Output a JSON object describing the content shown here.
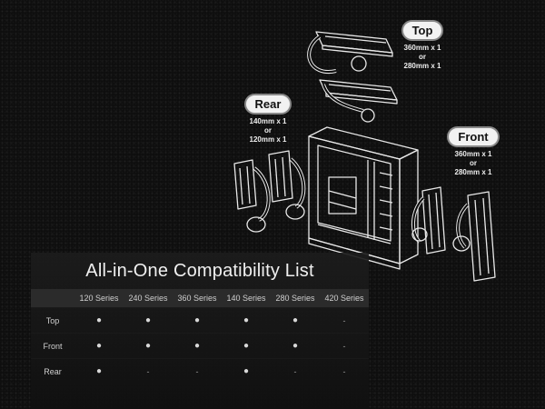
{
  "callouts": {
    "top": {
      "label": "Top",
      "line1": "360mm x 1",
      "line2": "or",
      "line3": "280mm x 1"
    },
    "rear": {
      "label": "Rear",
      "line1": "140mm x 1",
      "line2": "or",
      "line3": "120mm x 1"
    },
    "front": {
      "label": "Front",
      "line1": "360mm x 1",
      "line2": "or",
      "line3": "280mm x 1"
    }
  },
  "compat": {
    "title": "All-in-One Compatibility List",
    "columns": [
      "120 Series",
      "240 Series",
      "360 Series",
      "140 Series",
      "280 Series",
      "420 Series"
    ],
    "rows": [
      {
        "label": "Top",
        "cells": [
          "●",
          "●",
          "●",
          "●",
          "●",
          "-"
        ]
      },
      {
        "label": "Front",
        "cells": [
          "●",
          "●",
          "●",
          "●",
          "●",
          "-"
        ]
      },
      {
        "label": "Rear",
        "cells": [
          "●",
          "-",
          "-",
          "●",
          "-",
          "-"
        ]
      }
    ]
  },
  "colors": {
    "line": "#e8e8e8",
    "background": "#0c0c0c",
    "panel": "#1c1c1c",
    "header": "#2b2b2b"
  }
}
